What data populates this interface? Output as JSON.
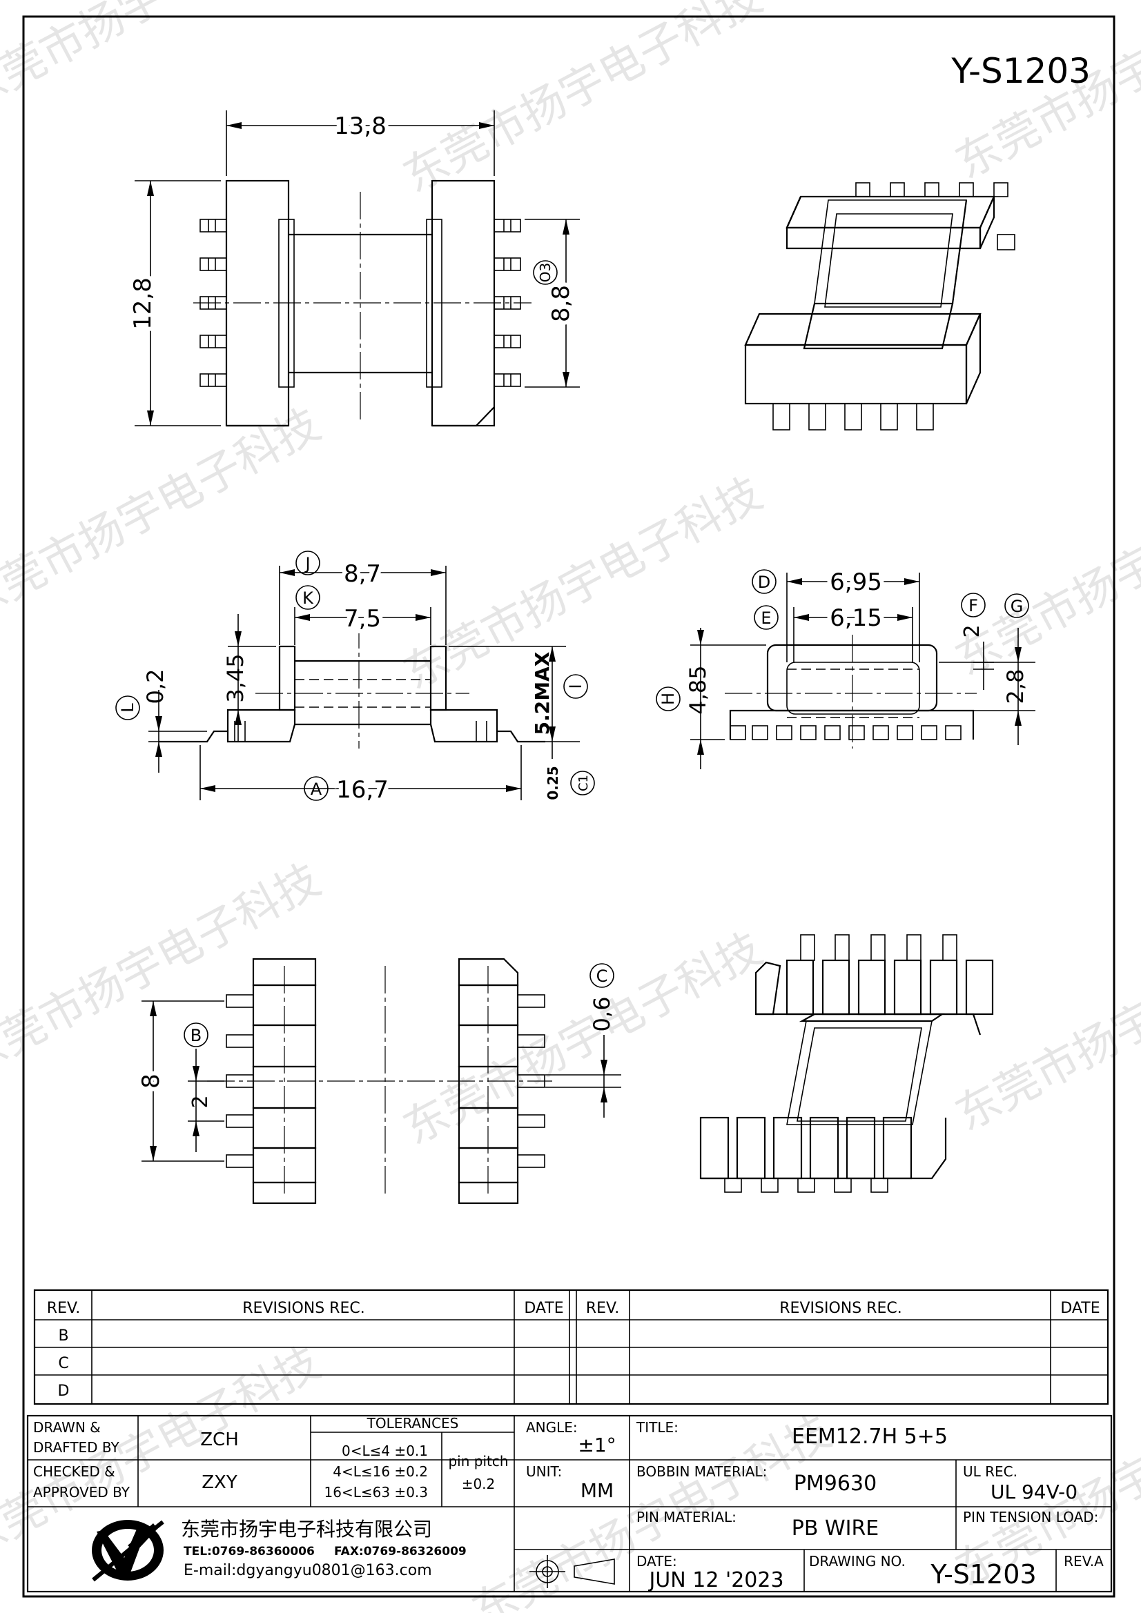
{
  "drawing_title": "Y-S1203",
  "watermark": "东莞市扬宇电子科技",
  "dims": {
    "d13_8": "13,8",
    "d12_8": "12,8",
    "d8_8": "8,8",
    "d8_7": "8,7",
    "d7_5": "7,5",
    "d3_45": "3,45",
    "d0_2": "0,2",
    "d5_2": "5.2MAX",
    "d16_7": "16,7",
    "d0_25": "0.25",
    "d6_95": "6,95",
    "d6_15": "6,15",
    "d4_85": "4,85",
    "d2": "2",
    "d2_8": "2,8",
    "d8": "8",
    "d2b": "2",
    "d0_6": "0,6"
  },
  "labels": {
    "A": "A",
    "B": "B",
    "C": "C",
    "C1": "C1",
    "D": "D",
    "E": "E",
    "F": "F",
    "G": "G",
    "H": "H",
    "I": "I",
    "J": "J",
    "K": "K",
    "L": "L",
    "O3": "O3"
  },
  "revisions": {
    "header_rev": "REV.",
    "header_rec": "REVISIONS    REC.",
    "header_date": "DATE",
    "rows": [
      "B",
      "C",
      "D"
    ]
  },
  "title_block": {
    "drawn_label": "DRAWN  &",
    "drafted_label": "DRAFTED  BY",
    "drawn_value": "ZCH",
    "checked_label": "CHECKED  &",
    "approved_label": "APPROVED  BY",
    "checked_value": "ZXY",
    "tolerances_label": "TOLERANCES",
    "tol_rows": [
      "0<L≤4    ±0.1",
      "4<L≤16   ±0.2",
      "16<L≤63  ±0.3"
    ],
    "pin_pitch_label": "pin  pitch",
    "pin_pitch_value": "±0.2",
    "angle_label": "ANGLE:",
    "angle_value": "±1°",
    "unit_label": "UNIT:",
    "unit_value": "MM",
    "title_label": "TITLE:",
    "title_value": "EEM12.7H  5+5",
    "bobbin_label": "BOBBIN  MATERIAL:",
    "bobbin_value": "PM9630",
    "ul_label": "UL  REC.",
    "ul_value": "UL  94V-0",
    "pin_mat_label": "PIN  MATERIAL:",
    "pin_mat_value": "PB  WIRE",
    "pin_tension_label": "PIN  TENSION  LOAD:",
    "date_label": "DATE:",
    "date_value": "JUN  12  '2023",
    "drawing_no_label": "DRAWING  NO.",
    "drawing_no_value": "Y-S1203",
    "rev_label": "REV.A",
    "company_name": "东莞市扬宇电子科技有限公司",
    "tel": "TEL:0769-86360006",
    "fax": "FAX:0769-86326009",
    "email": "E-mail:dgyangyu0801@163.com"
  }
}
